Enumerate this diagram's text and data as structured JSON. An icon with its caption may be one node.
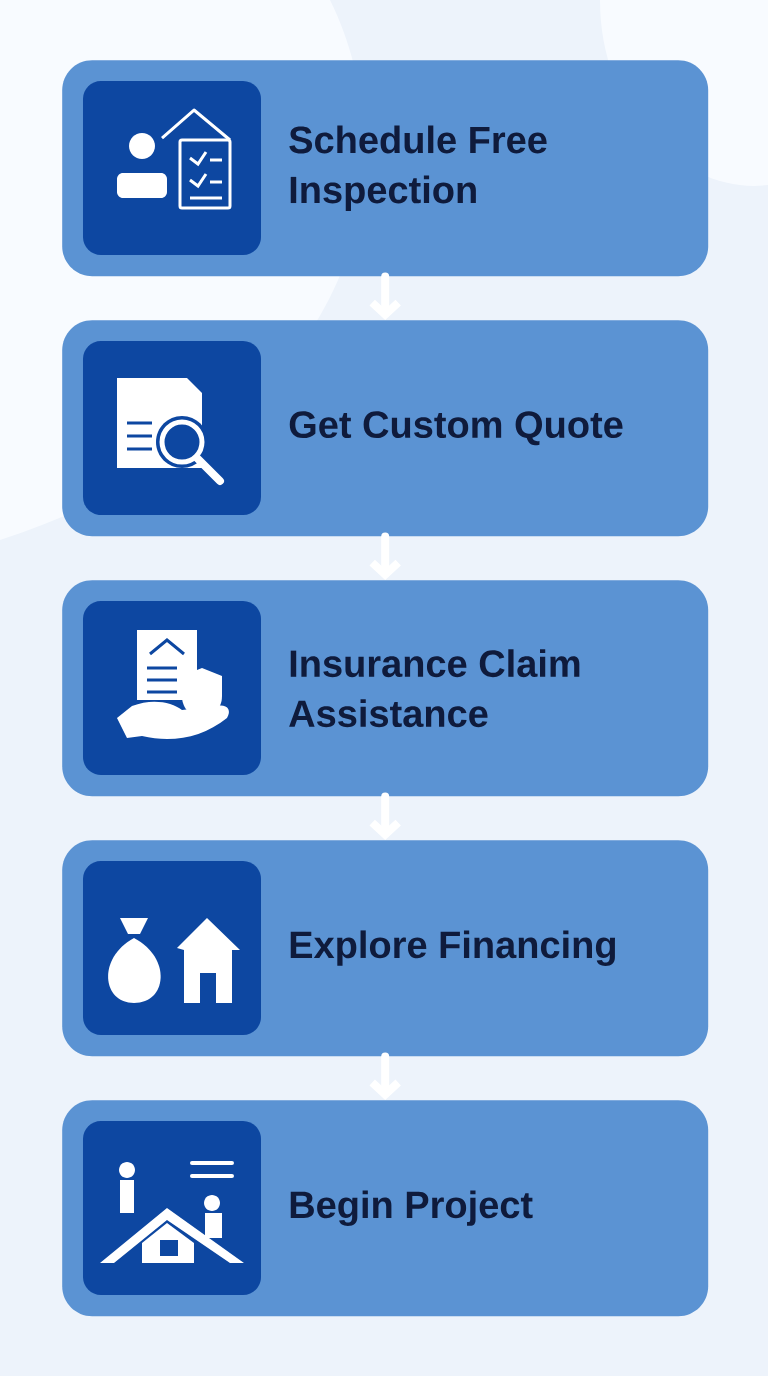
{
  "diagram": {
    "nodes": [
      {
        "text": [
          "Schedule Free Inspection"
        ]
      },
      {
        "text": [
          "Get Custom Quote"
        ]
      },
      {
        "text": [
          "Insurance Claim Assistance"
        ]
      },
      {
        "text": [
          "Explore Financing"
        ]
      },
      {
        "text": [
          "Begin Project"
        ]
      }
    ],
    "edges": [
      {
        "from": 0,
        "to": 1,
        "arrow": "to"
      },
      {
        "from": 1,
        "to": 2,
        "arrow": "to"
      },
      {
        "from": 2,
        "to": 3,
        "arrow": "to"
      },
      {
        "from": 3,
        "to": 4,
        "arrow": "to"
      }
    ]
  }
}
